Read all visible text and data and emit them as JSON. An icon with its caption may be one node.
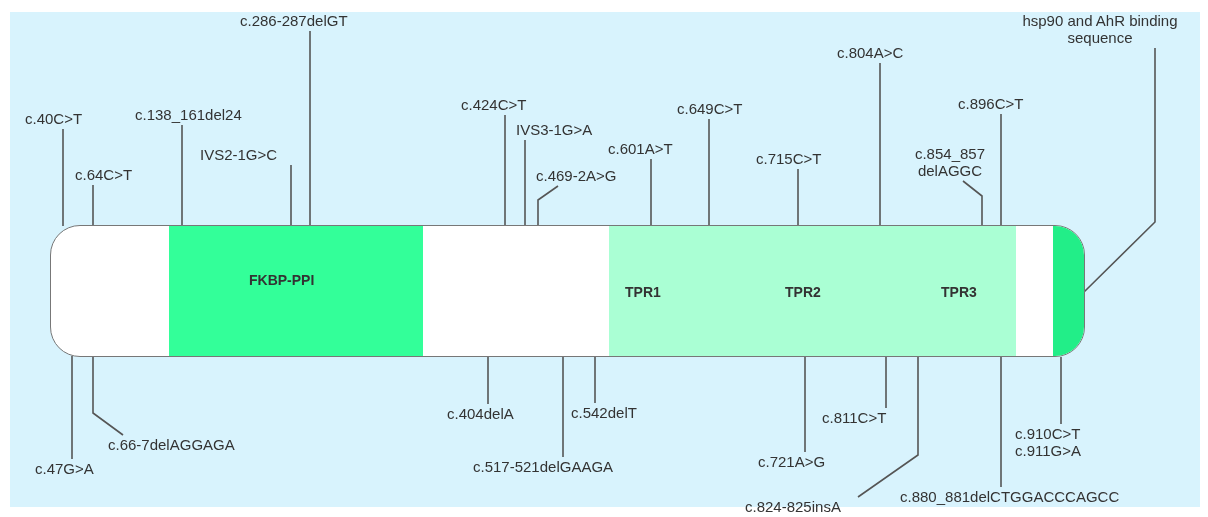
{
  "diagram": {
    "nodes": [
      {
        "text": [],
        "shape": "bar"
      },
      {
        "text": [
          "FKBP-PPI"
        ],
        "in": 0
      },
      {
        "text": [
          "TPR1",
          "TPR2",
          "TPR3"
        ],
        "in": 0
      },
      {
        "text": [],
        "shape": "bar",
        "in": 0
      },
      {
        "text": [
          "c.40C>T"
        ]
      },
      {
        "text": [
          "c.64C>T"
        ]
      },
      {
        "text": [
          "c.138_161del24"
        ]
      },
      {
        "text": [
          "IVS2-1G>C"
        ]
      },
      {
        "text": [
          "c.286-287delGT"
        ]
      },
      {
        "text": [
          "c.424C>T"
        ]
      },
      {
        "text": [
          "IVS3-1G>A"
        ]
      },
      {
        "text": [
          "c.469-2A>G"
        ]
      },
      {
        "text": [
          "c.601A>T"
        ]
      },
      {
        "text": [
          "c.649C>T"
        ]
      },
      {
        "text": [
          "c.715C>T"
        ]
      },
      {
        "text": [
          "c.804A>C"
        ]
      },
      {
        "text": [
          "c.854_857 delAGGC"
        ]
      },
      {
        "text": [
          "c.896C>T"
        ]
      },
      {
        "text": [
          "hsp90 and AhR binding sequence"
        ]
      },
      {
        "text": [
          "c.47G>A"
        ]
      },
      {
        "text": [
          "c.66-7delAGGAGA"
        ]
      },
      {
        "text": [
          "c.404delA"
        ]
      },
      {
        "text": [
          "c.517-521delGAAGA"
        ]
      },
      {
        "text": [
          "c.542delT"
        ]
      },
      {
        "text": [
          "c.721A>G"
        ]
      },
      {
        "text": [
          "c.811C>T"
        ]
      },
      {
        "text": [
          "c.824-825insA"
        ]
      },
      {
        "text": [
          "c.880_881delCTGGACCCAGCC"
        ]
      },
      {
        "text": [
          "c.910C>T",
          "c.911G>A"
        ]
      }
    ],
    "edges": [
      {
        "from": 4,
        "to": 0,
        "arrow": "none"
      },
      {
        "from": 5,
        "to": 0,
        "arrow": "none"
      },
      {
        "from": 6,
        "to": 1,
        "arrow": "none"
      },
      {
        "from": 7,
        "to": 1,
        "arrow": "none"
      },
      {
        "from": 8,
        "to": 1,
        "arrow": "none"
      },
      {
        "from": 9,
        "to": 0,
        "arrow": "none"
      },
      {
        "from": 10,
        "to": 0,
        "arrow": "none"
      },
      {
        "from": 11,
        "to": 0,
        "arrow": "none"
      },
      {
        "from": 12,
        "to": 2,
        "arrow": "none"
      },
      {
        "from": 13,
        "to": 2,
        "arrow": "none"
      },
      {
        "from": 14,
        "to": 2,
        "arrow": "none"
      },
      {
        "from": 15,
        "to": 2,
        "arrow": "none"
      },
      {
        "from": 16,
        "to": 2,
        "arrow": "none"
      },
      {
        "from": 17,
        "to": 2,
        "arrow": "none"
      },
      {
        "from": 18,
        "to": 3,
        "arrow": "none"
      },
      {
        "from": 19,
        "to": 0,
        "arrow": "none"
      },
      {
        "from": 20,
        "to": 0,
        "arrow": "none"
      },
      {
        "from": 21,
        "to": 0,
        "arrow": "none"
      },
      {
        "from": 22,
        "to": 0,
        "arrow": "none"
      },
      {
        "from": 23,
        "to": 0,
        "arrow": "none"
      },
      {
        "from": 24,
        "to": 2,
        "arrow": "none"
      },
      {
        "from": 25,
        "to": 2,
        "arrow": "none"
      },
      {
        "from": 26,
        "to": 2,
        "arrow": "none"
      },
      {
        "from": 27,
        "to": 2,
        "arrow": "none"
      },
      {
        "from": 28,
        "to": 3,
        "arrow": "none"
      }
    ]
  }
}
